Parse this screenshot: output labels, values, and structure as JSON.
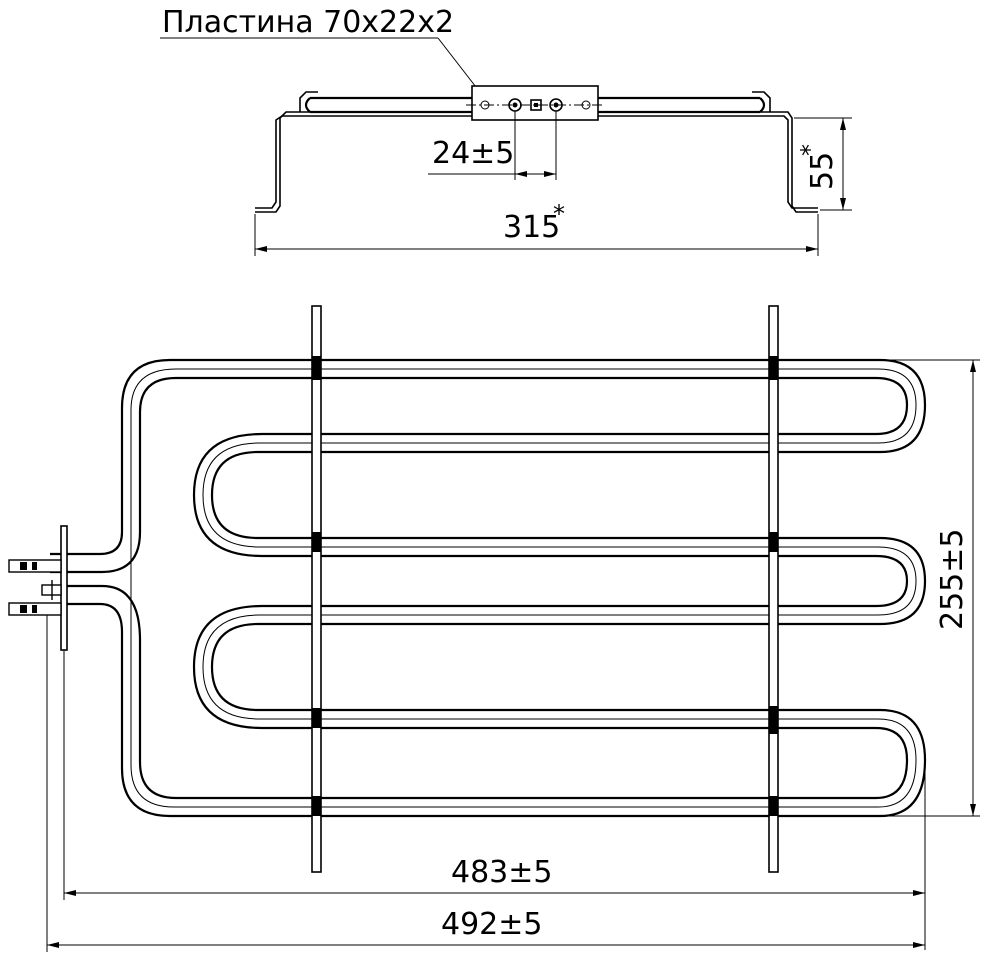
{
  "labels": {
    "plate": "Пластина 70x22x2",
    "pitch": "24±5",
    "width_top": "315",
    "width_top_mark": "*",
    "height_top": "55",
    "height_top_mark": "*",
    "height_main": "255±5",
    "length_inner": "483±5",
    "length_outer": "492±5"
  }
}
